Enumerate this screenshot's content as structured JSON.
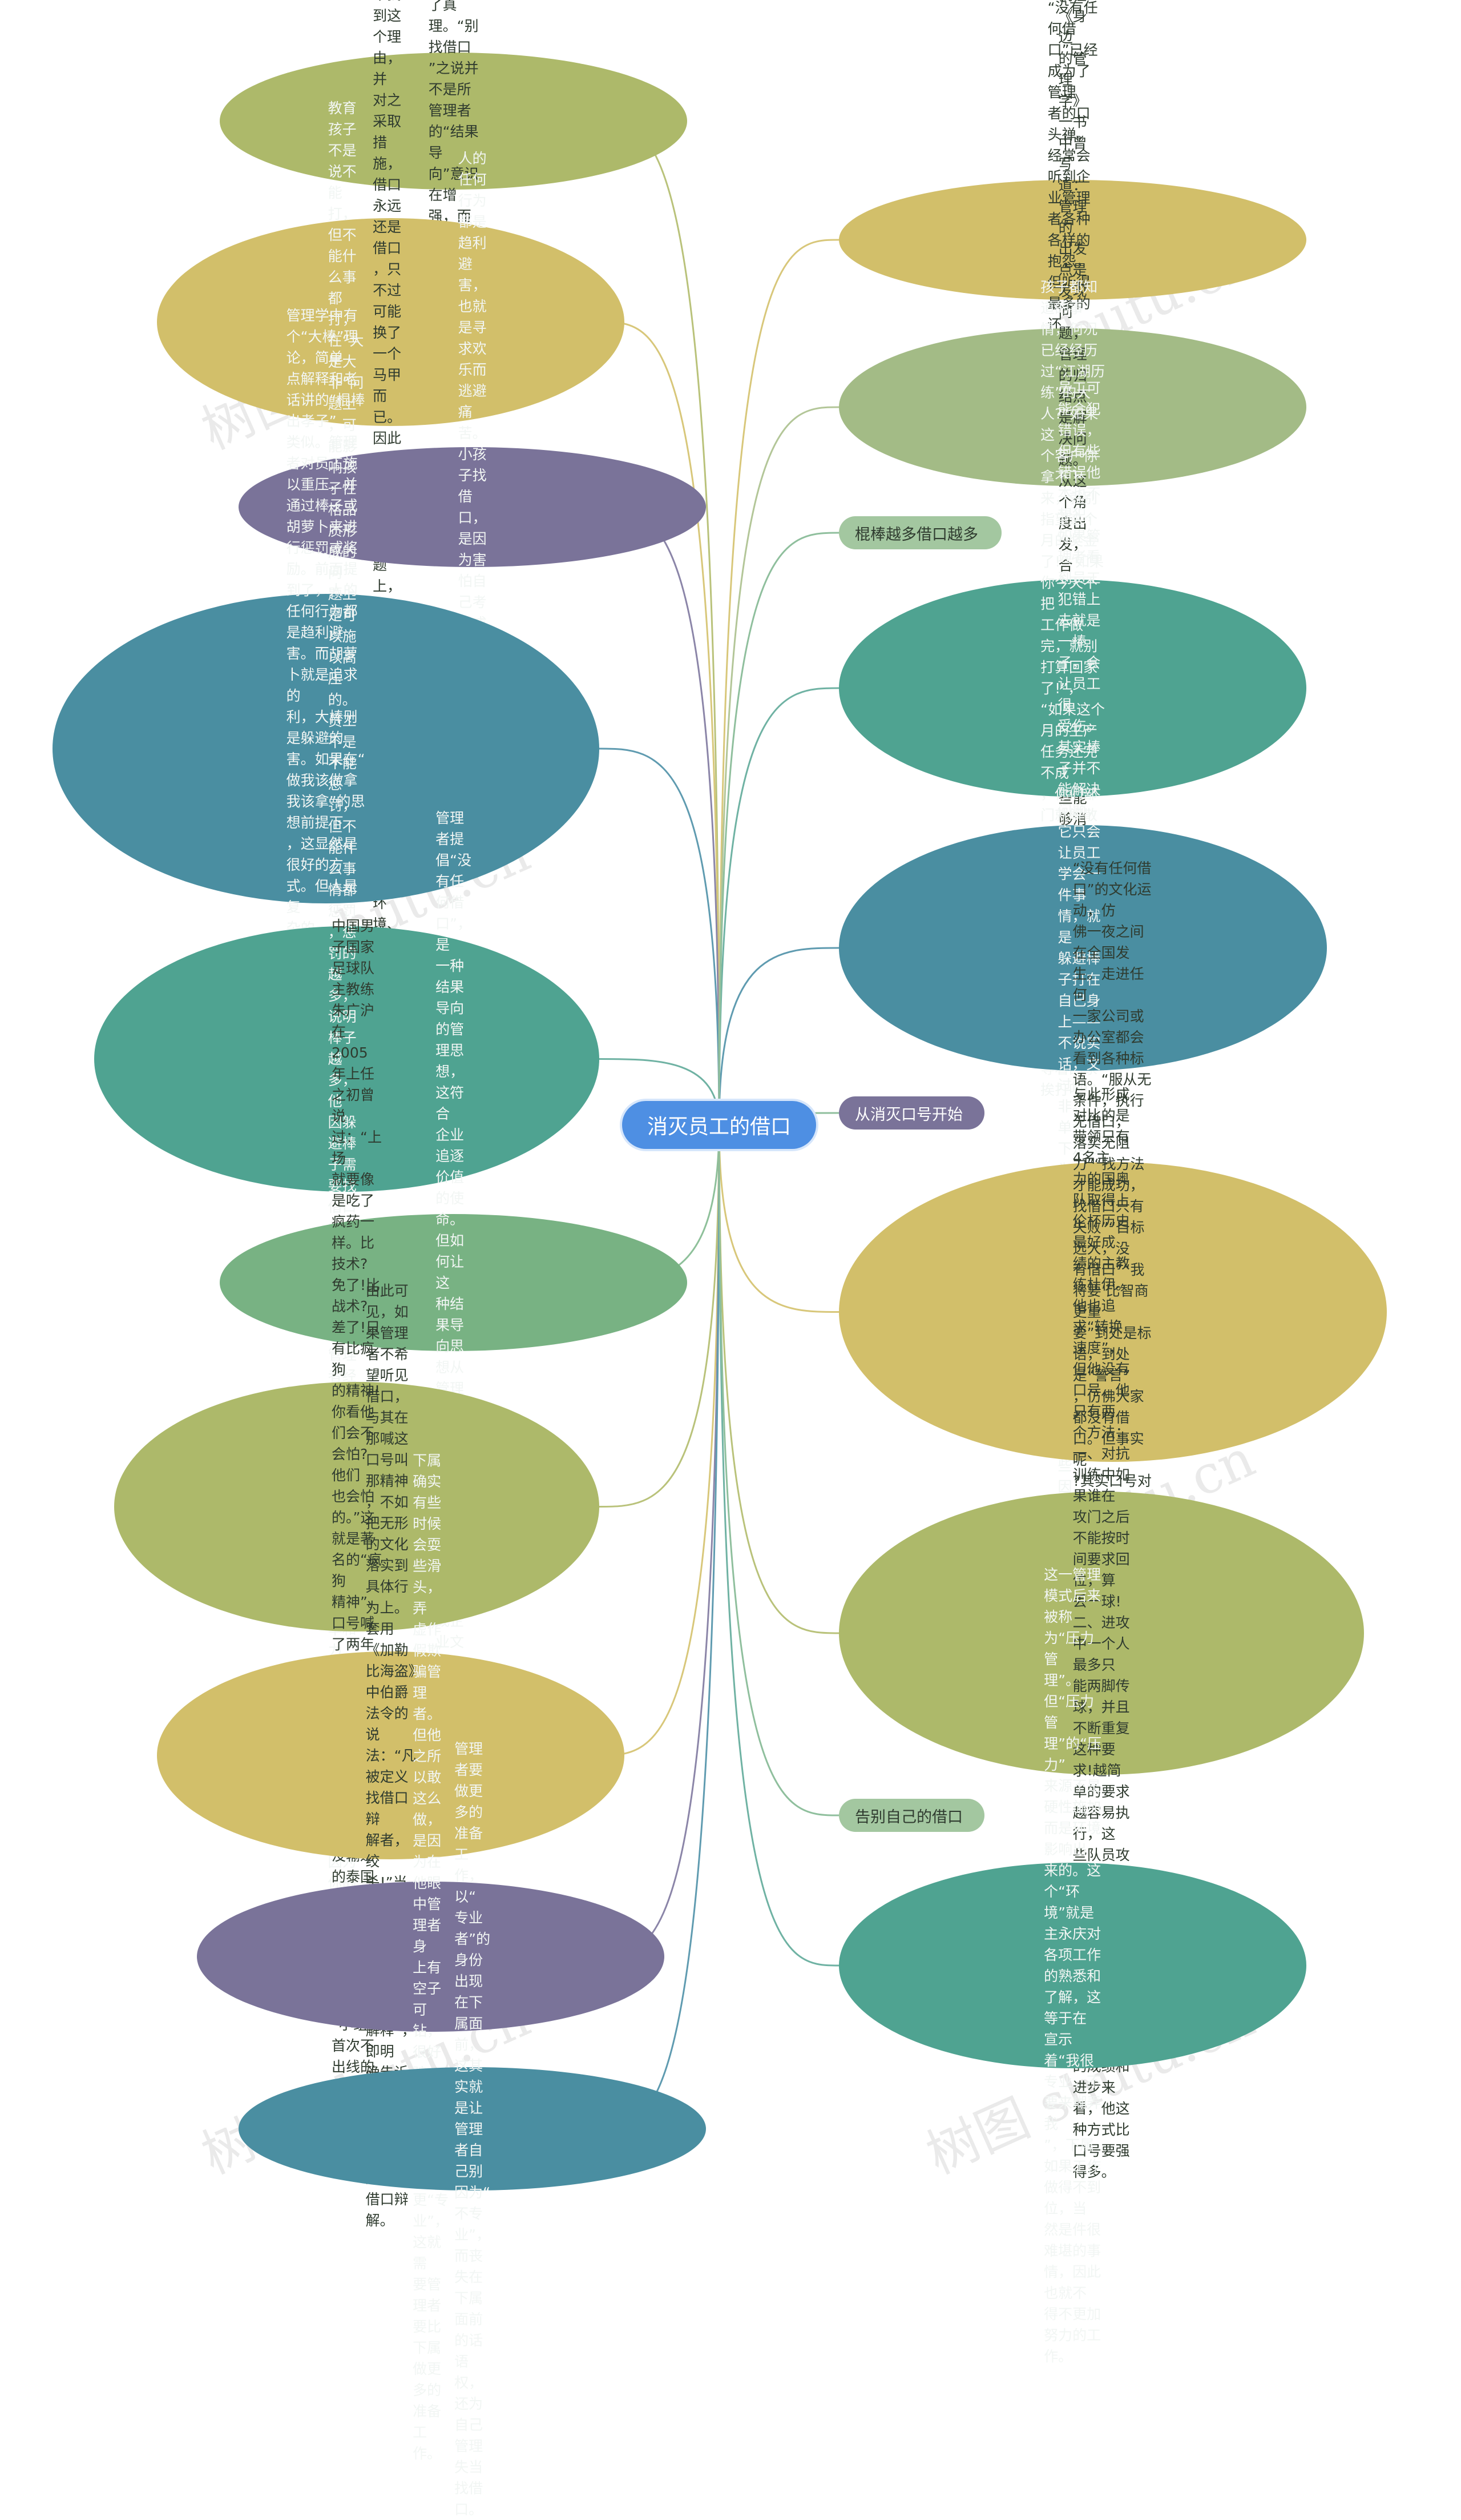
{
  "root": {
    "label": "消灭员工的借口",
    "color": "#4e8fe3"
  },
  "colors": {
    "olive": "#adb96a",
    "mustard": "#d2bf6a",
    "purple": "#7a7399",
    "teal": "#4a8ea1",
    "aqua": "#4fa391",
    "green": "#78b283",
    "sage": "#a3bb86"
  },
  "watermark": "树图 shutu.cn",
  "left_nodes": [
    {
      "id": "l1",
      "color": "olive",
      "text": "很多事情往往做得多了，说得多了\n，就仿佛成为了真理。“别找借口\n”之说并不是所管理者的“结果导\n向”意识在增强，而是在赶时髦，\n仿佛不这么说就不是一个合格的管\n理者。"
    },
    {
      "id": "l2",
      "color": "mustard",
      "text": "员工找借口肯定会有他的理由，因\n为任何行为背后都有一个行为可以\n接受的理由。不找到这个理由，并\n对之采取措施，借口永远还是借口\n，只不过可能换了一个马甲而已。\n因此在处理“没有任何借口”问题\n上，不能只把焦点集中在员工身上\n，管理者还应该反思自身、管理环\n境、制度体系等方面的问题。"
    },
    {
      "id": "l3",
      "color": "purple",
      "text": "人的任何行为都是趋利避害，也就\n是寻求欢乐而逃避痛苦。小孩子找\n借口，是因为害怕自己考试成绩不\n好而挨父母的打，逃避的是批评或\n者棍棒。"
    },
    {
      "id": "l4",
      "color": "teal",
      "text": "管理学中有个“大棒”理论，简单\n点解释和老话讲的“棍棒出孝子”\n类似。管理者对员工施以重压，并\n通过棒子或胡萝卜来进行惩罚或奖\n励。前面提到了，人的任何行为都\n是趋利避害。而胡萝卜就是追求的\n利，大棒则是躲避的害。如果在“\n做我该做拿我该拿”的思想前提下\n，这显然是很好的方式。但人是复\n杂的，为达目的不择手段也不是什\n么新鲜事，这就有问题了。在“趋\n利避害”的思想前提下，躲避棒子\n而争取胡萝卜就成了“找借口”的\n原动力。"
    },
    {
      "id": "l5",
      "color": "aqua",
      "text": "教育孩子不是说不能打，但不能什\n么事都打，在“大是大非”问题上\n，可能影响孩子性格品质形成的问\n题上是可以施以高压的。员工不是\n不能惩罚，但不能什么事情都惩罚\n，惩罚的越多，说明棒子越多，他\n因躲避棒子需要找借口的机会就越\n多。因此如果管理者经常听到借口\n，就应该检讨自己对员工的惩罚频\n率和力度，是否已经达到了无以复\n加的地步，因为你的员工有太多棒\n子需要躲了。"
    },
    {
      "id": "l6",
      "color": "green",
      "text": "管理者提倡“没有任何借口”，是\n一种结果导向的管理思想，这符合\n企业追逐价值的使命。但如何让这\n种结果导向思想从管理者扩大到所\n有员工的行为意识，并最终形成企\n业文化是一件艰难的工作。"
    },
    {
      "id": "l7",
      "color": "olive",
      "text": "中国男子国家足球队主教练朱广沪\n在2005年上任之初曾说过：“上场\n就要像是吃了疯药一样。比技术?\n免了!比战术?差了!只有比疯狗\n的精神!你看他们会不会怕?他们\n也会怕的。”这就是著名的“疯狗\n精神”。口号喊了两年多，不仅至\n今没有在赛场上打出“疯狗相”，\n而且连14年都没输过的泰国队都敢\n输，也创造了一个27年来“亚洲杯\n”小组赛首次不出线的纪录。"
    },
    {
      "id": "l8",
      "color": "mustard",
      "text": "由此可见，如果管理者不希望听见\n借口，与其在那喊这口号叫那精神\n，不如把无形的文化落实到具体行\n为上。套用《加勒比海盗》中伯爵\n法令的说法：“凡被定义找借口辩\n解者，绞杀!”当然最关键的是，\n还要有清晰的“司法解释”，即明\n确告诉员工：什么样的行为将被定\n义为找借口辩解。"
    },
    {
      "id": "l9",
      "color": "purple",
      "text": "下属确实有些时候会耍些滑头，弄\n虚作假欺骗管理者。但他之所以敢\n这么做，是因为在他眼中管理者身\n上有空子可钻，很好骗。要想不被\n骗就要比骗子更“专业”，这就需\n要管理者要比下属做更多的准备工\n作。"
    },
    {
      "id": "l10",
      "color": "teal",
      "text": "管理者要做更多的准备工作，以“\n专业者”的身份出现在下属面前，\n这其实就是让管理者自己别因为“\n不专业”，而丧失在下属面前的话\n语权，还为自己管理失当找借口。"
    }
  ],
  "right_nodes": [
    {
      "id": "r1",
      "color": "mustard",
      "text": "“没有任何借口”已经成为了管理\n者的口头禅。经常会听到企业管理\n者各种各样的抱怨，但听得最多的\n还是：“我的员工总是给自己的错\n误找借口。”"
    },
    {
      "id": "r2",
      "color": "sage",
      "text": "什么是合格的管理者?我在《身边\n的管理学》一书中曾写道：管理的\n出发点是发现问题，管理的归结点\n是解决问题。从这个角度出发，合\n格的管理者不是痛斥借口的管理者\n，而是那些能够消灭借口的管理者\n。"
    },
    {
      "id": "r3",
      "color": "aqua",
      "text": "孩子都知道的事情，何况已经经历\n过“江湖历练”的大人?“如果这\n个客户你拿不下来，就别指望这个\n月的奖金了!”“如果你今天不把\n工作做完，就别打算回家了!”，\n“如果这个月的生产任务还完不成\n，你们部门就解散得了!”……那\n么多的“如果……就……”怎么看都\n是“如果你这次考试成绩不好，就\n等着回家挨打吧!”"
    },
    {
      "id": "r4",
      "color": "teal",
      "text": "员工可能会犯错误，但有些错误他\n本也不想犯，如果管理者看到员工\n犯错上去就是一棒子，会让员工很\n受伤。其实棒子并不能解决问题，\n它只会让员工学会一件事情，就是\n躲避棒子打在自己身上——不说实\n话，文过饰非。“订单没拿下是因\n为竞争对手的报价太低”“生产任\n务没完成是因为有几个工人临时请\n了病假”，于是有了这些“……因\n为……”"
    },
    {
      "id": "r5",
      "color": "mustard",
      "text": "“没有任何借口”的文化运动，仿\n佛一夜之间在全国发生。走进任何\n一家公司或办公室都会看到各种标\n语。“服从无条件，执行无借口，\n落实无阻力”“找方法才能成功，\n找借口只有失败”“目标远大，没\n有借口”“我将要’比智商更重\n要”到处是标语，到处是“誓言”\n，仿佛大家都没有借口。但事实呢\n?其实口号对于意识培养只是一件\n看上去很美的事情，要真正实现意\n识的建立与提升需要的是巴甫洛夫\n在实验狗狗们的“哈拉子”定律，\n而不是“疯狗精神”。"
    },
    {
      "id": "r6",
      "color": "olive",
      "text": "与此形成对比的是带领只有4名主\n力的国奥队取得上伦杯历史最好成\n绩的主教练杜伊。他也追求“转换\n速度”，但他没有口号，他只有两\n个方法：一、对抗训练中如果谁在\n攻门之后不能按时间要求回位，算\n丢一球!二、进攻中一个人最多只\n能两脚传球，并且不断重复这种要\n求!越简单的要求越容易执行，这\n些队员攻门之后真的像“疯狗”一\n样回位抢截，非常有效。从杜伊带\n队以来球队所取得的成绩和进步来\n看，他这种方式比口号要强得多。"
    },
    {
      "id": "r7",
      "color": "aqua",
      "text": "这一管理模式后来被称为“压力管\n理”。但“压力管理”的“压力”\n来源不是硬性施加而是环境影响出\n来的。这个“环境”就是主永庆对\n各项工作的熟悉和了解，这等于在\n宣示着“我很专业，不要来糊弄我\n”，下属如果工作做得不到位，当\n然是件很难堪的事情，因此也就不\n得不更加努力的工作。"
    }
  ],
  "tags": [
    {
      "id": "t1",
      "label": "棍棒越多借口越多",
      "color": "#a3c7a0"
    },
    {
      "id": "t2",
      "label": "从消灭口号开始",
      "color": "#7a7399"
    },
    {
      "id": "t3",
      "label": "告别自己的借口",
      "color": "#a3c7a0"
    }
  ]
}
